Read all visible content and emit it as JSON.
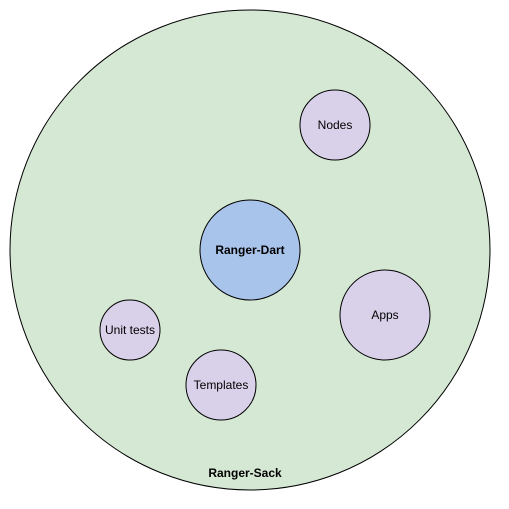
{
  "container": {
    "label": "Ranger-Sack",
    "fill": "#d5e8d4",
    "stroke": "#000000"
  },
  "center": {
    "label": "Ranger-Dart",
    "fill": "#a9c4eb",
    "stroke": "#000000"
  },
  "satellites": {
    "nodes": {
      "label": "Nodes",
      "fill": "#d9d1e9"
    },
    "apps": {
      "label": "Apps",
      "fill": "#d9d1e9"
    },
    "unit_tests": {
      "label": "Unit tests",
      "fill": "#d9d1e9"
    },
    "templates": {
      "label": "Templates",
      "fill": "#d9d1e9"
    }
  }
}
